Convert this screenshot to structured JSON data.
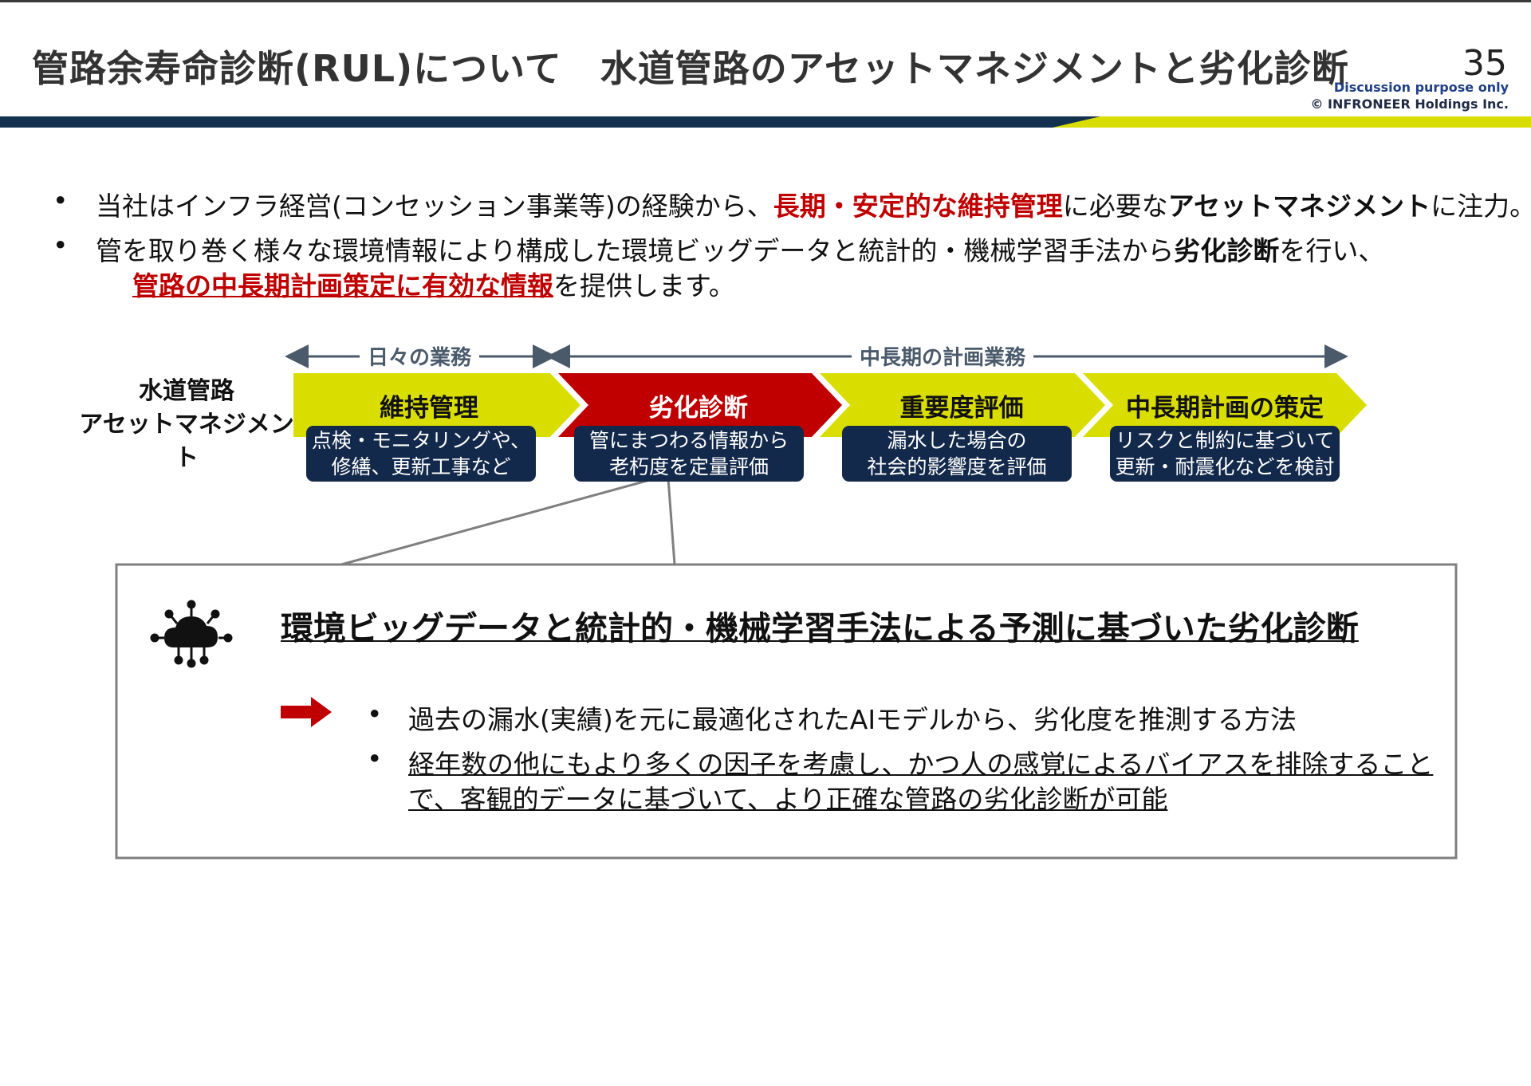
{
  "header": {
    "title": "管路余寿命診断(RUL)について",
    "subtitle": "水道管路のアセットマネジメントと劣化診断",
    "page_number": "35",
    "disclaimer": "Discussion purpose only",
    "copyright": "© INFRONEER Holdings Inc."
  },
  "bullets": {
    "b1": {
      "dot": "•",
      "pre": "当社はインフラ経営(コンセッション事業等)の経験から、",
      "red": "長期・安定的な維持管理",
      "mid": "に必要な",
      "bold": "アセットマネジメント",
      "post": "に注力。"
    },
    "b2": {
      "dot": "•",
      "pre": "管を取り巻く様々な環境情報により構成した環境ビッグデータと統計的・機械学習手法から",
      "bold": "劣化診断",
      "post": "を行い、",
      "red_underline": "管路の中長期計画策定に有効な情報",
      "tail": "を提供します。"
    }
  },
  "flow": {
    "daily_caption": "日々の業務",
    "planning_caption": "中長期の計画業務",
    "row_label_1": "水道管路",
    "row_label_2": "アセットマネジメント",
    "stages": [
      {
        "name": "維持管理",
        "line1": "点検・モニタリングや、",
        "line2": "修繕、更新工事など"
      },
      {
        "name": "劣化診断",
        "line1": "管にまつわる情報から",
        "line2": "老朽度を定量評価"
      },
      {
        "name": "重要度評価",
        "line1": "漏水した場合の",
        "line2": "社会的影響度を評価"
      },
      {
        "name": "中長期計画の策定",
        "line1": "リスクと制約に基づいて",
        "line2": "更新・耐震化などを検討"
      }
    ],
    "colors": {
      "stage_green": "#d9de00",
      "stage_red": "#c00000",
      "box_navy": "#13294b"
    }
  },
  "panel": {
    "icon": "ai-cloud-network-icon",
    "title": "環境ビッグデータと統計的・機械学習手法による予測に基づいた劣化診断",
    "arrow_icon": "right-arrow-icon",
    "items": [
      {
        "dot": "•",
        "text": "過去の漏水(実績)を元に最適化されたAIモデルから、劣化度を推測する方法"
      },
      {
        "dot": "•",
        "line1": "経年数の他にもより多くの因子を考慮し、かつ人の感覚によるバイアスを排除すること",
        "line2": "で、客観的データに基づいて、より正確な管路の劣化診断が可能"
      }
    ]
  }
}
